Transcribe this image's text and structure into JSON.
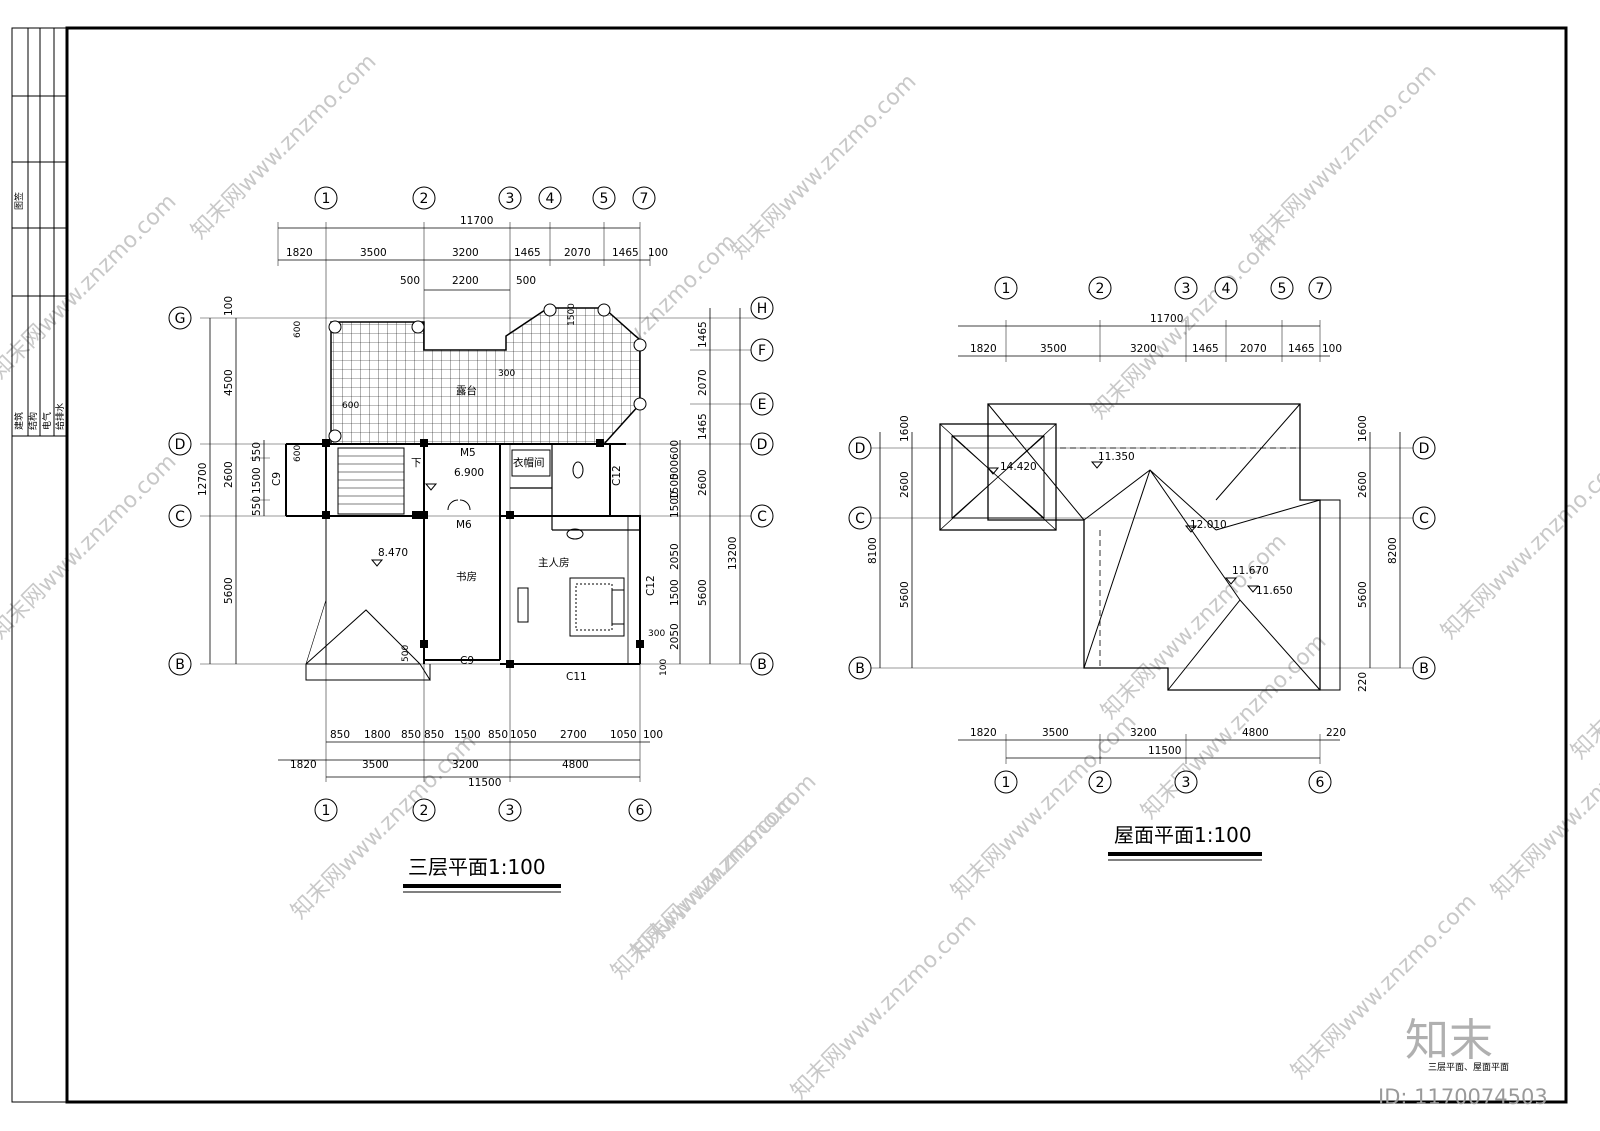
{
  "side_table": {
    "rows": [
      "建筑",
      "结构",
      "电气",
      "给排水"
    ],
    "top_label": "图签"
  },
  "plan3": {
    "title": "三层平面1:100",
    "axes_top": [
      "1",
      "2",
      "3",
      "4",
      "5",
      "7"
    ],
    "axes_bottom": [
      "1",
      "2",
      "3",
      "6"
    ],
    "axes_left": [
      "G",
      "D",
      "C",
      "B"
    ],
    "axes_right": [
      "H",
      "F",
      "E",
      "D",
      "C",
      "B"
    ],
    "overall_top": "11700",
    "top_dims": [
      "1820",
      "3500",
      "3200",
      "1465",
      "2070",
      "1465",
      "100"
    ],
    "top_dims2": [
      "500",
      "2200",
      "500"
    ],
    "bottom_dims1": [
      "850",
      "1800",
      "850",
      "850",
      "1500",
      "850",
      "1050",
      "2700",
      "1050",
      "100"
    ],
    "bottom_dims2": [
      "1820",
      "3500",
      "3200",
      "4800"
    ],
    "overall_bottom": "11500",
    "left_dims": [
      "100",
      "4500",
      "550",
      "2600",
      "1500",
      "550",
      "5600"
    ],
    "left_overall": "12700",
    "right_dims": [
      "1465",
      "2070",
      "1465",
      "2600",
      "2050",
      "1500",
      "2050"
    ],
    "right_dims2": [
      "500",
      "1500",
      "600",
      "1500"
    ],
    "right_dims3": [
      "2600",
      "5600"
    ],
    "right_overall": "13200",
    "rooms": {
      "terrace": "露台",
      "closet": "衣帽间",
      "study": "书房",
      "master": "主人房"
    },
    "labels": {
      "m5": "M5",
      "m6": "M6",
      "c9a": "C9",
      "c9b": "C9",
      "c11": "C11",
      "c12a": "C12",
      "c12b": "C12",
      "down": "下"
    },
    "levels": {
      "l1": "6.900",
      "l2": "8.470"
    },
    "misc": {
      "d600a": "600",
      "d600b": "600",
      "d600c": "600",
      "d300a": "300",
      "d300b": "300",
      "d500": "500",
      "d1500": "1500",
      "d100": "100"
    }
  },
  "roof": {
    "title": "屋面平面1:100",
    "axes_top": [
      "1",
      "2",
      "3",
      "4",
      "5",
      "7"
    ],
    "axes_bottom": [
      "1",
      "2",
      "3",
      "6"
    ],
    "axes_left": [
      "D",
      "C",
      "B"
    ],
    "axes_right": [
      "D",
      "C",
      "B"
    ],
    "overall_top": "11700",
    "top_dims": [
      "1820",
      "3500",
      "3200",
      "1465",
      "2070",
      "1465",
      "100"
    ],
    "bottom_dims": [
      "1820",
      "3500",
      "3200",
      "4800",
      "220"
    ],
    "overall_bottom": "11500",
    "left_dims": [
      "1600",
      "2600",
      "5600"
    ],
    "left_overall": "8100",
    "right_dims": [
      "1600",
      "2600",
      "5600",
      "220"
    ],
    "right_overall": "8200",
    "levels": {
      "a": "14.420",
      "b": "11.350",
      "c": "12.010",
      "d": "11.670",
      "e": "11.650"
    }
  },
  "brand": {
    "logo": "知末",
    "caption": "三层平面、屋面平面",
    "id": "ID: 1170074503",
    "watermark": "知末网www.znzmo.com"
  }
}
